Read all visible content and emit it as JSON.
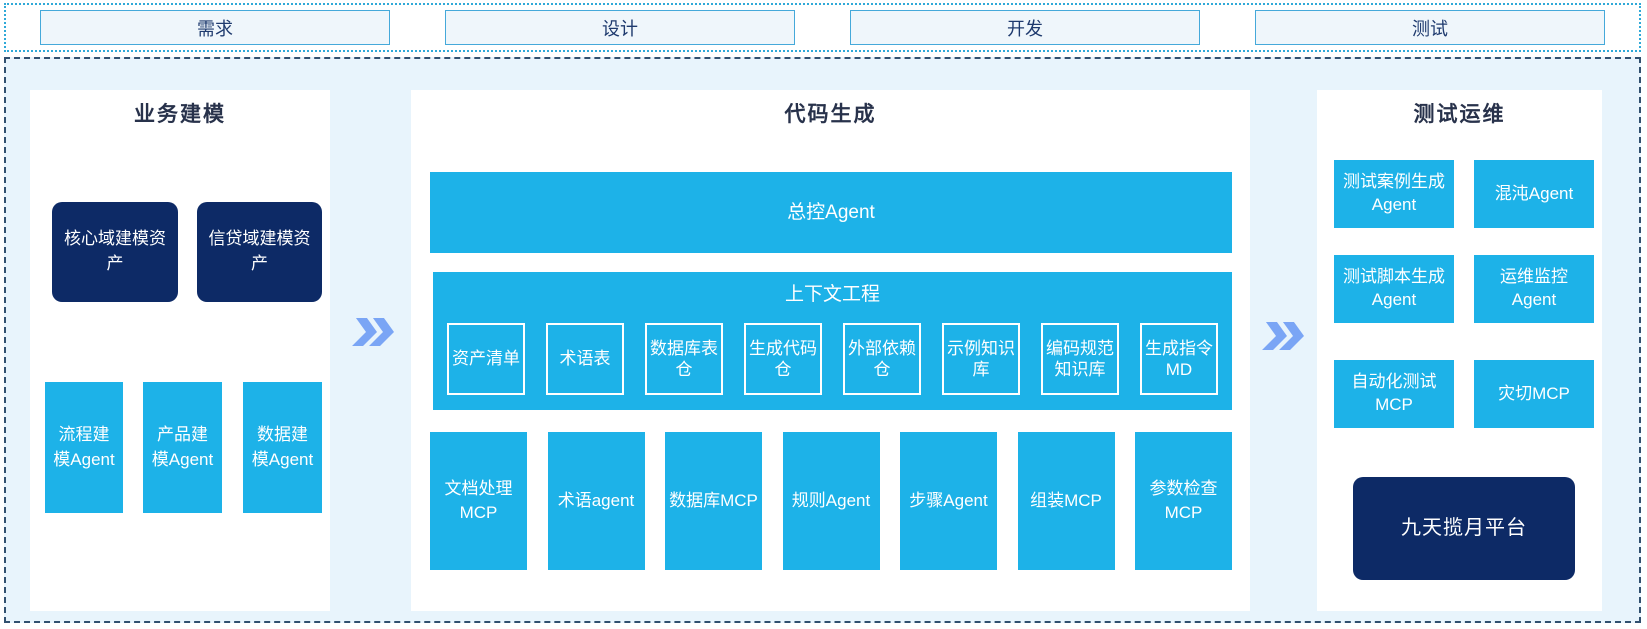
{
  "phases": [
    "需求",
    "设计",
    "开发",
    "测试"
  ],
  "business": {
    "title": "业务建模",
    "assets": [
      "核心域建模资产",
      "信贷域建模资产"
    ],
    "agents": [
      "流程建模Agent",
      "产品建模Agent",
      "数据建模Agent"
    ]
  },
  "codegen": {
    "title": "代码生成",
    "master": "总控Agent",
    "context": {
      "title": "上下文工程",
      "items": [
        "资产清单",
        "术语表",
        "数据库表仓",
        "生成代码仓",
        "外部依赖仓",
        "示例知识库",
        "编码规范知识库",
        "生成指令MD"
      ]
    },
    "tools": [
      "文档处理MCP",
      "术语agent",
      "数据库MCP",
      "规则Agent",
      "步骤Agent",
      "组装MCP",
      "参数检查MCP"
    ]
  },
  "testops": {
    "title": "测试运维",
    "boxes": [
      "测试案例生成Agent",
      "混沌Agent",
      "测试脚本生成Agent",
      "运维监控Agent",
      "自动化测试MCP",
      "灾切MCP"
    ],
    "platform": "九天揽月平台"
  },
  "icons": {
    "flow_arrow": "double-chevron-right"
  },
  "colors": {
    "cyan": "#1DB2E8",
    "navy": "#0D2A66",
    "container_bg": "#E8F4FC",
    "container_border": "#31506F",
    "strip_border": "#2FA9D8",
    "phase_box_bg": "#EFF6FB",
    "phase_box_border": "#45A9DA",
    "phase_text": "#1E3A6E",
    "title_text": "#28324B",
    "arrow_blue": "#7AA5F5"
  }
}
